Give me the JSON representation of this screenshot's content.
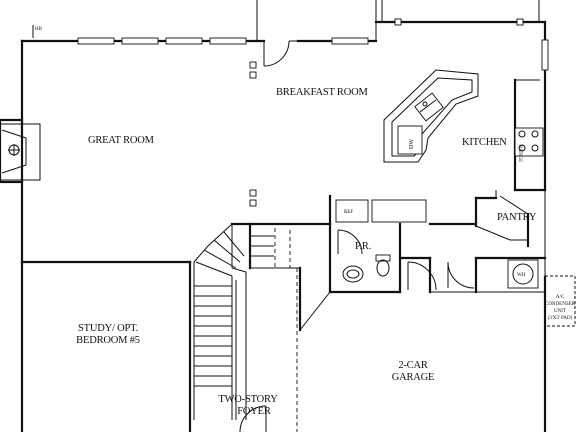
{
  "rooms": {
    "great_room": "GREAT ROOM",
    "breakfast_room": "BREAKFAST ROOM",
    "kitchen": "KITCHEN",
    "pantry": "PANTRY",
    "powder_room": "P.R.",
    "study_line1": "STUDY/ OPT.",
    "study_line2": "BEDROOM #5",
    "garage_line1": "2-CAR",
    "garage_line2": "GARAGE",
    "foyer_line1": "TWO-STORY",
    "foyer_line2": "FOYER"
  },
  "fixtures": {
    "dishwasher": "DW",
    "range": "RANGE",
    "refrigerator": "REF",
    "water_heater": "WH",
    "corner_mark": "HB"
  },
  "ac_unit": {
    "line1": "A/C",
    "line2": "CONDENSER",
    "line3": "UNIT",
    "line4": "(3'X3' PAD)"
  },
  "colors": {
    "ink": "#111111",
    "paper": "#ffffff"
  }
}
